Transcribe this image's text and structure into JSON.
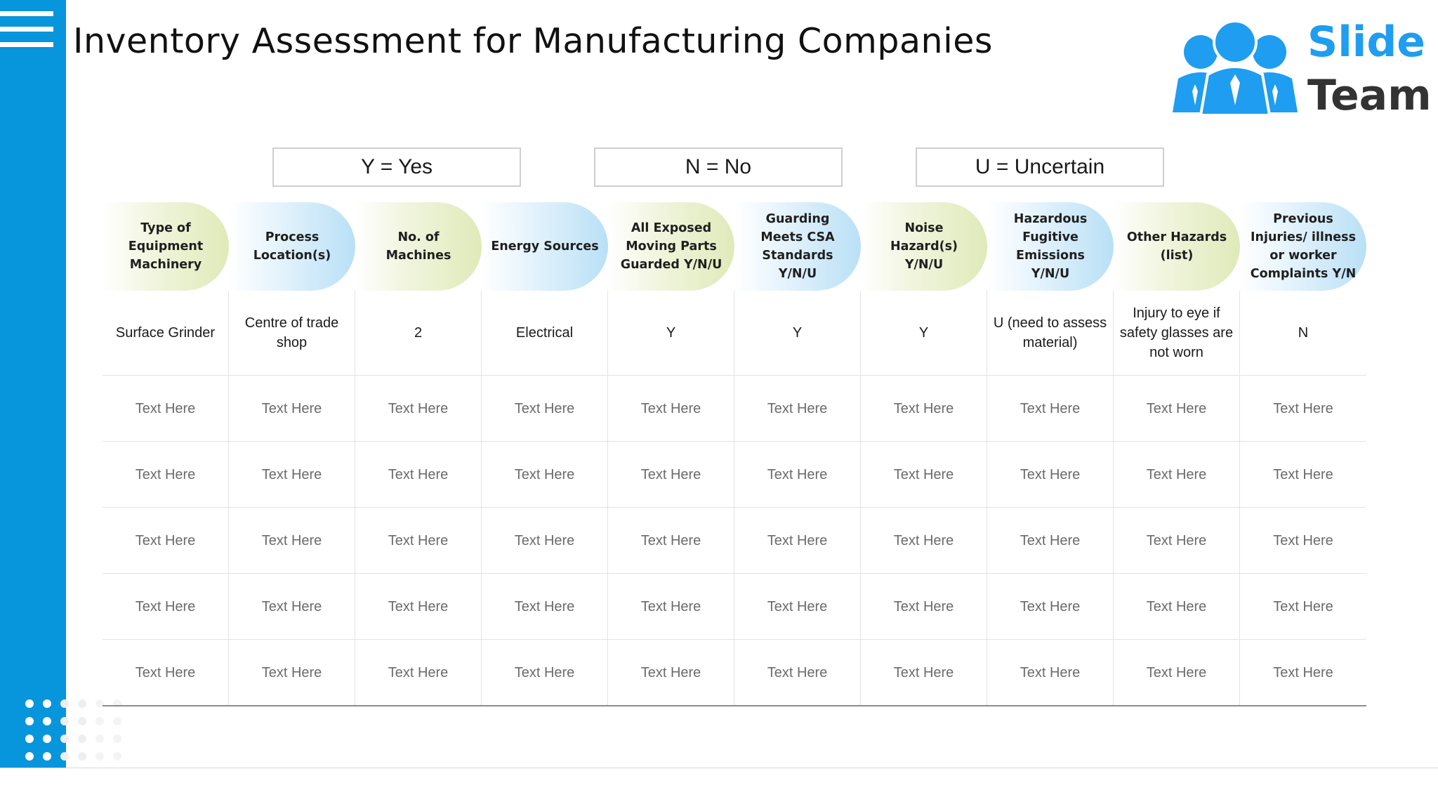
{
  "title": "Inventory Assessment for Manufacturing Companies",
  "logo": {
    "line1": "Slide",
    "line2": "Team"
  },
  "colors": {
    "accent": "#0795dc",
    "logo_blue": "#1f9df0"
  },
  "legend": [
    "Y = Yes",
    "N = No",
    "U = Uncertain"
  ],
  "table": {
    "headers": [
      "Type of Equipment Machinery",
      "Process Location(s)",
      "No. of Machines",
      "Energy Sources",
      "All Exposed Moving Parts Guarded Y/N/U",
      "Guarding Meets CSA Standards Y/N/U",
      "Noise Hazard(s) Y/N/U",
      "Hazardous Fugitive Emissions Y/N/U",
      "Other Hazards (list)",
      "Previous Injuries/ illness or worker Complaints Y/N"
    ],
    "rows": [
      [
        "Surface Grinder",
        "Centre of trade shop",
        "2",
        "Electrical",
        "Y",
        "Y",
        "Y",
        "U (need to assess material)",
        "Injury to eye if safety glasses are not worn",
        "N"
      ],
      [
        "Text Here",
        "Text Here",
        "Text Here",
        "Text Here",
        "Text Here",
        "Text Here",
        "Text Here",
        "Text Here",
        "Text Here",
        "Text Here"
      ],
      [
        "Text Here",
        "Text Here",
        "Text Here",
        "Text Here",
        "Text Here",
        "Text Here",
        "Text Here",
        "Text Here",
        "Text Here",
        "Text Here"
      ],
      [
        "Text Here",
        "Text Here",
        "Text Here",
        "Text Here",
        "Text Here",
        "Text Here",
        "Text Here",
        "Text Here",
        "Text Here",
        "Text Here"
      ],
      [
        "Text Here",
        "Text Here",
        "Text Here",
        "Text Here",
        "Text Here",
        "Text Here",
        "Text Here",
        "Text Here",
        "Text Here",
        "Text Here"
      ],
      [
        "Text Here",
        "Text Here",
        "Text Here",
        "Text Here",
        "Text Here",
        "Text Here",
        "Text Here",
        "Text Here",
        "Text Here",
        "Text Here"
      ]
    ]
  }
}
